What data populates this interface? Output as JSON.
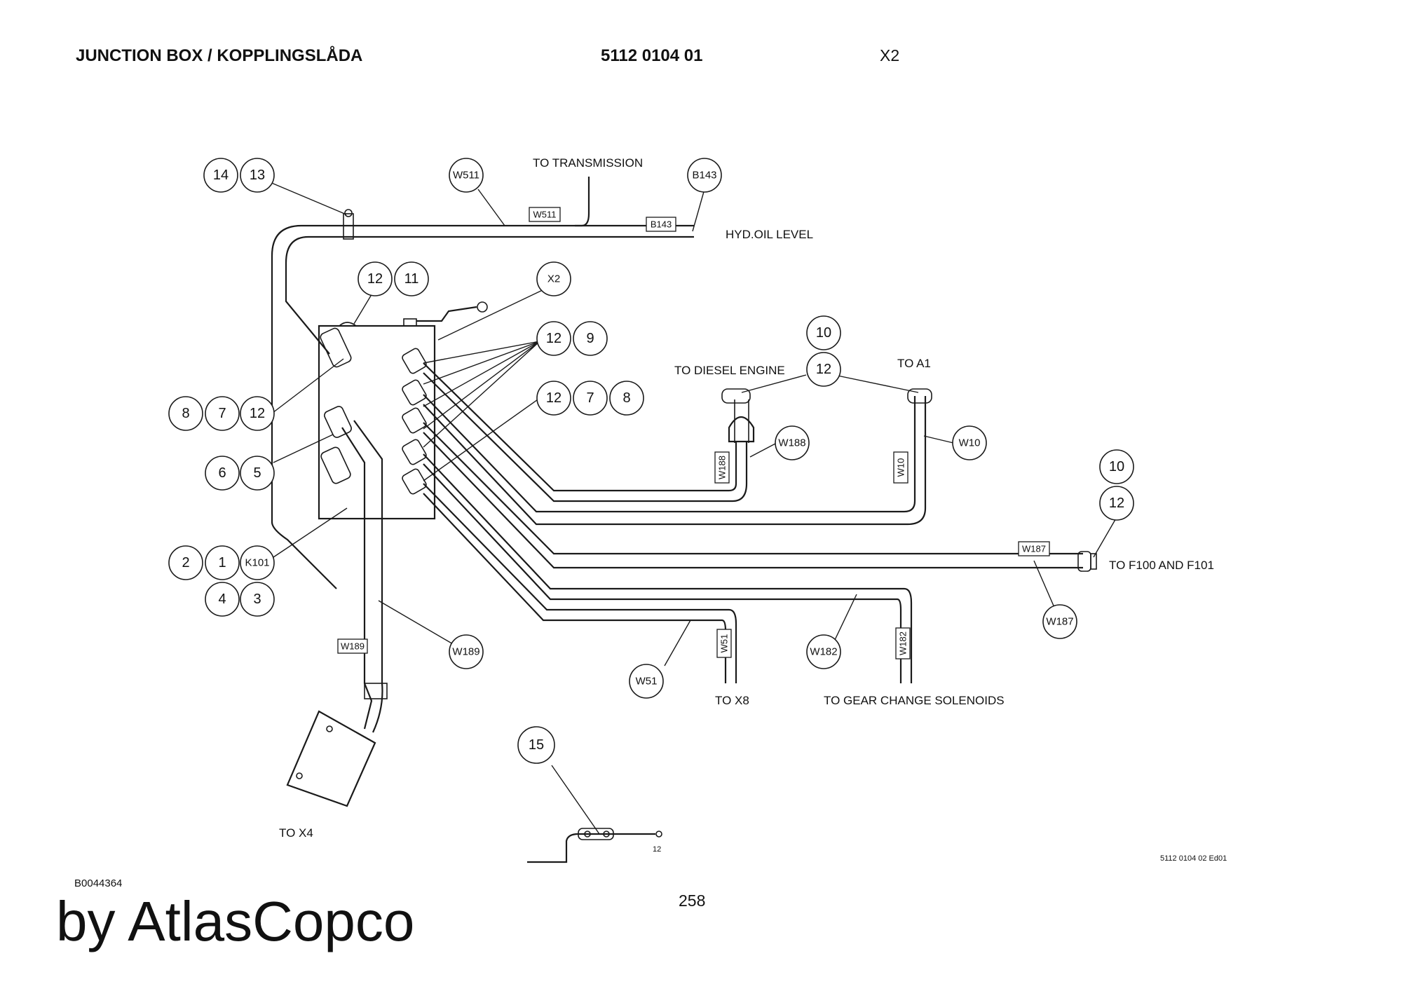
{
  "header": {
    "title": "JUNCTION BOX / KOPPLINGSLÅDA",
    "part_number": "5112 0104 01",
    "sheet_ref": "X2"
  },
  "footer": {
    "drawing_code": "B0044364",
    "page_number": "258",
    "brand": "by AtlasCopco",
    "edition": "5112 0104 02 Ed01"
  },
  "labels": {
    "to_transmission": "TO  TRANSMISSION",
    "hyd_oil_level": "HYD.OIL LEVEL",
    "to_diesel_engine": "TO DIESEL ENGINE",
    "to_a1": "TO A1",
    "to_f100_f101": "TO F100 AND F101",
    "to_x8": "TO X8",
    "to_gear_change": "TO GEAR CHANGE SOLENOIDS",
    "to_x4": "TO X4",
    "ground_num": "12"
  },
  "bubbles": {
    "b14": "14",
    "b13": "13",
    "w511": "W511",
    "b143": "B143",
    "b12a": "12",
    "b11": "11",
    "x2": "X2",
    "b12b": "12",
    "b9": "9",
    "b12c": "12",
    "b7a": "7",
    "b8a": "8",
    "b8b": "8",
    "b7b": "7",
    "b12d": "12",
    "b6": "6",
    "b5": "5",
    "b2": "2",
    "b1": "1",
    "k101": "K101",
    "b4": "4",
    "b3": "3",
    "b10a": "10",
    "b12e": "12",
    "w188": "W188",
    "w10": "W10",
    "b10b": "10",
    "b12f": "12",
    "w187": "W187",
    "w189": "W189",
    "w51": "W51",
    "w182": "W182",
    "b15": "15"
  },
  "cable_tags": {
    "w511": "W511",
    "b143": "B143",
    "w188": "W188",
    "w10": "W10",
    "w187": "W187",
    "w189": "W189",
    "w51": "W51",
    "w182": "W182"
  }
}
